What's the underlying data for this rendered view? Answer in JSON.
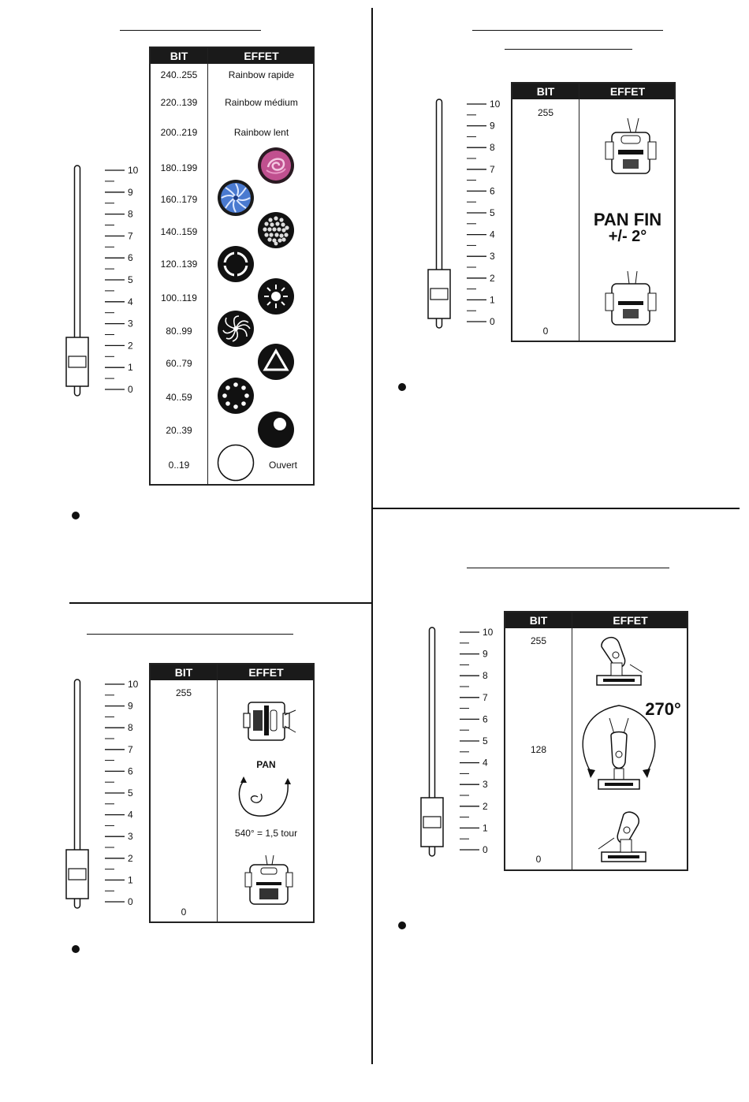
{
  "table_headers": {
    "bit": "BIT",
    "effect": "EFFET"
  },
  "fader_scale": [
    "0",
    "1",
    "2",
    "3",
    "4",
    "5",
    "6",
    "7",
    "8",
    "9",
    "10"
  ],
  "color_wheel_table": {
    "rows": [
      {
        "bit": "240..255",
        "effect": "Rainbow rapide",
        "icon": ""
      },
      {
        "bit": "220..139",
        "effect": "Rainbow médium",
        "icon": ""
      },
      {
        "bit": "200..219",
        "effect": "Rainbow lent",
        "icon": ""
      },
      {
        "bit": "180..199",
        "effect": "",
        "icon": "gobo-magenta-swirl-icon"
      },
      {
        "bit": "160..179",
        "effect": "",
        "icon": "gobo-blue-flower-icon"
      },
      {
        "bit": "140..159",
        "effect": "",
        "icon": "gobo-dots-icon"
      },
      {
        "bit": "120..139",
        "effect": "",
        "icon": "gobo-ring-icon"
      },
      {
        "bit": "100..119",
        "effect": "",
        "icon": "gobo-sun-icon"
      },
      {
        "bit": "80..99",
        "effect": "",
        "icon": "gobo-spiral-icon"
      },
      {
        "bit": "60..79",
        "effect": "",
        "icon": "gobo-triangle-icon"
      },
      {
        "bit": "40..59",
        "effect": "",
        "icon": "gobo-dot-ring-icon"
      },
      {
        "bit": "20..39",
        "effect": "",
        "icon": "gobo-single-dot-icon"
      },
      {
        "bit": "0..19",
        "effect": "Ouvert",
        "icon": "gobo-open-icon"
      }
    ]
  },
  "pan_table": {
    "bit_top": "255",
    "bit_bottom": "0",
    "label": "PAN",
    "caption": "540° = 1,5 tour"
  },
  "pan_fine_table": {
    "bit_top": "255",
    "bit_bottom": "0",
    "label_line1": "PAN FIN",
    "label_line2": "+/- 2°"
  },
  "tilt_table": {
    "bit_top": "255",
    "bit_mid": "128",
    "bit_bottom": "0",
    "label": "270°"
  }
}
